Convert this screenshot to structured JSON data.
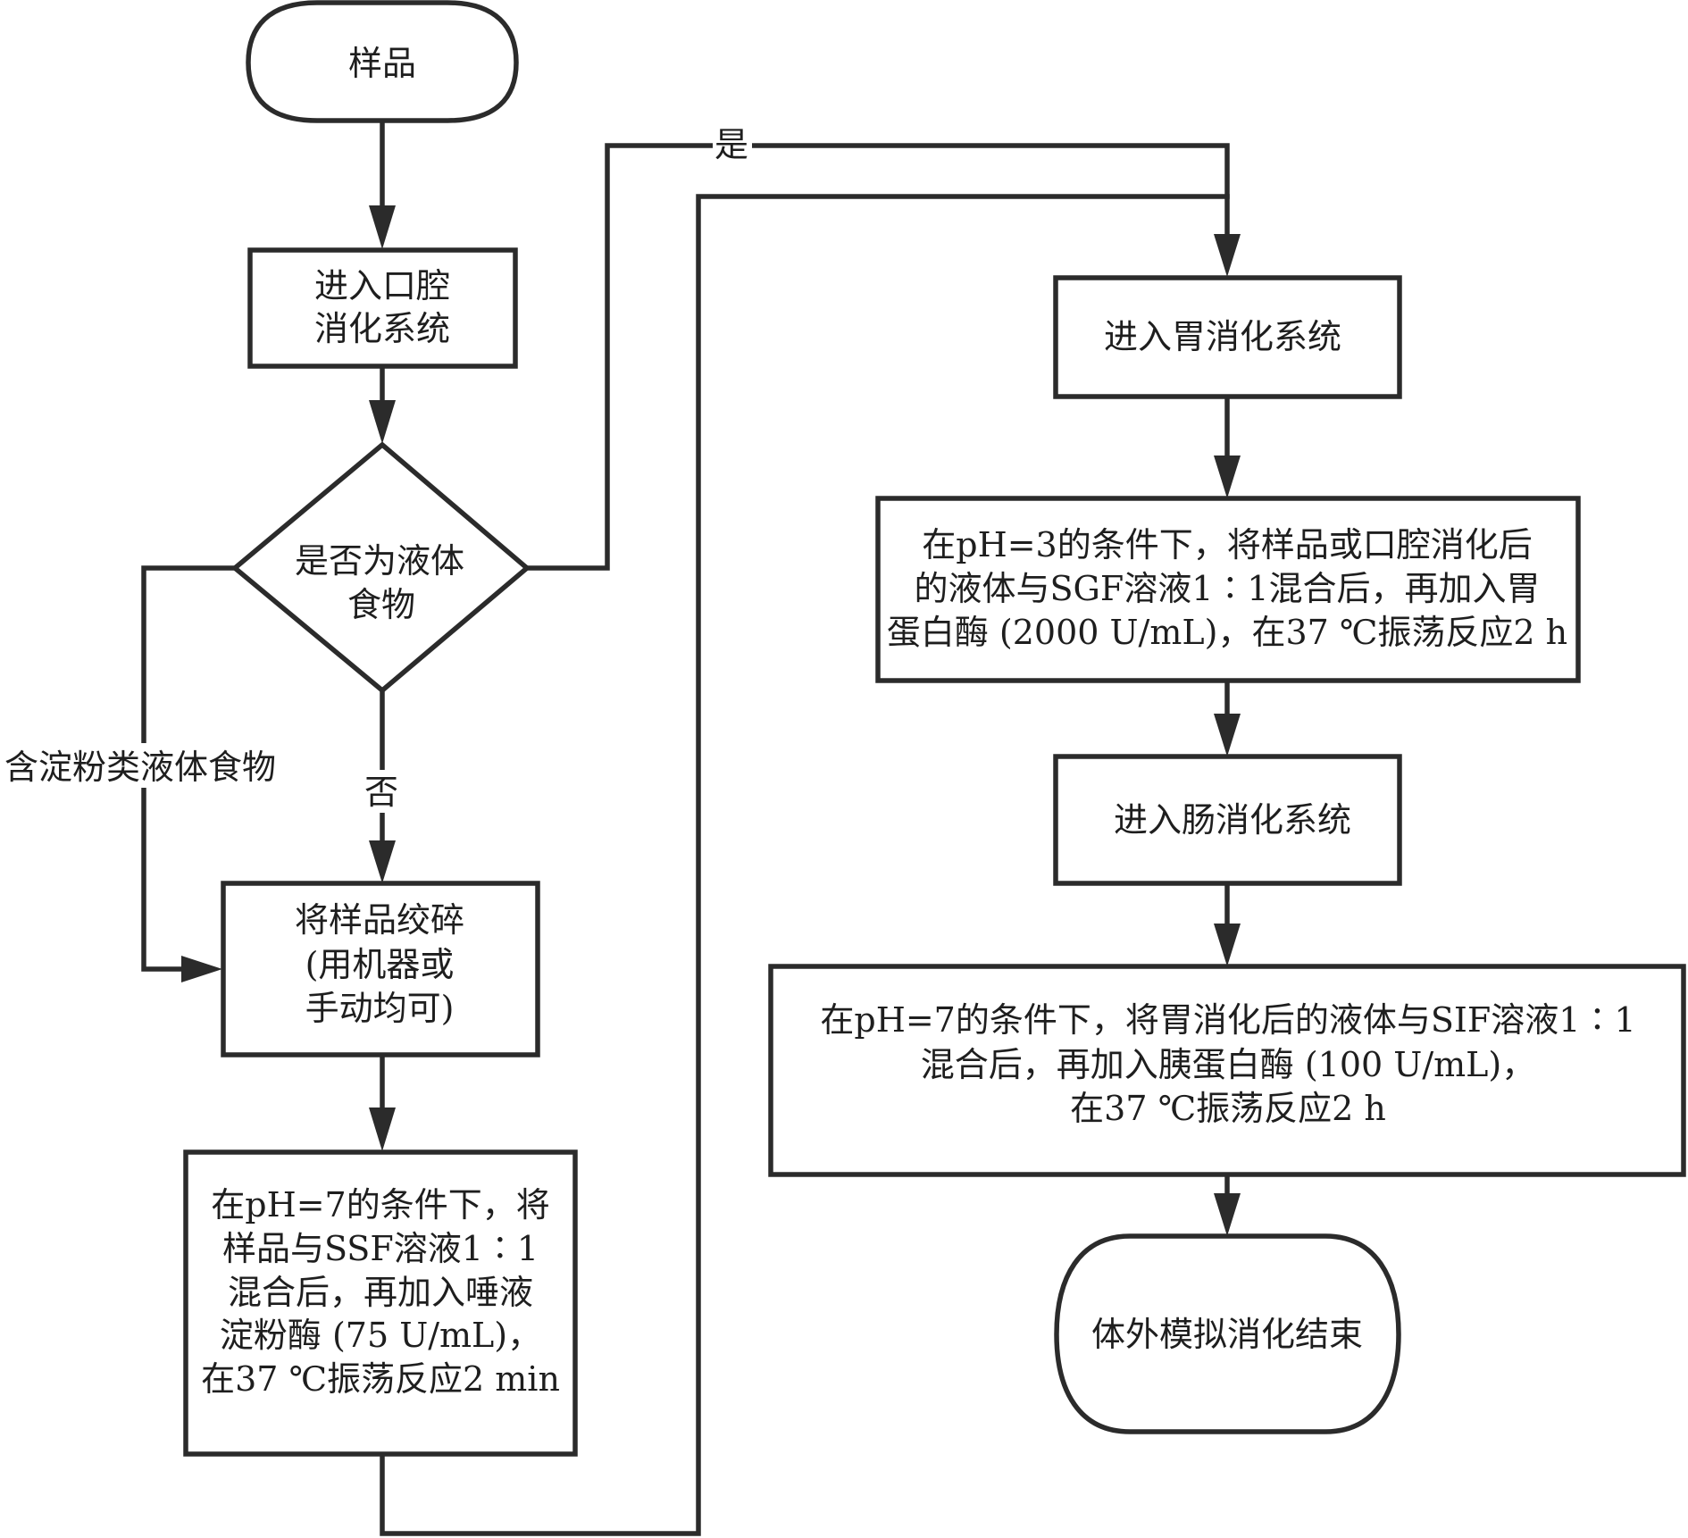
{
  "diagram": {
    "type": "flowchart",
    "nodes": {
      "start": {
        "shape": "terminator",
        "lines": [
          "样品"
        ]
      },
      "oral": {
        "shape": "process",
        "lines": [
          "进入口腔",
          "消化系统"
        ]
      },
      "decision": {
        "shape": "decision",
        "lines": [
          "是否为液体",
          "食物"
        ]
      },
      "mince": {
        "shape": "process",
        "lines": [
          "将样品绞碎",
          "(用机器或",
          "手动均可)"
        ]
      },
      "oral_digest": {
        "shape": "process",
        "lines": [
          "在pH=7的条件下，将",
          "样品与SSF溶液1∶1",
          "混合后，再加入唾液",
          "淀粉酶 (75 U/mL)，",
          "在37 ℃振荡反应2 min"
        ]
      },
      "gastric": {
        "shape": "process",
        "lines": [
          "进入胃消化系统"
        ]
      },
      "gastric_digest": {
        "shape": "process",
        "lines": [
          "在pH=3的条件下，将样品或口腔消化后",
          "的液体与SGF溶液1∶1混合后，再加入胃",
          "蛋白酶 (2000 U/mL)，在37 ℃振荡反应2 h"
        ]
      },
      "intestine": {
        "shape": "process",
        "lines": [
          "进入肠消化系统"
        ]
      },
      "intestine_digest": {
        "shape": "process",
        "lines": [
          "在pH=7的条件下，将胃消化后的液体与SIF溶液1∶1",
          "混合后，再加入胰蛋白酶 (100 U/mL)，",
          "在37 ℃振荡反应2 h"
        ]
      },
      "end": {
        "shape": "terminator",
        "lines": [
          "体外模拟消化结束"
        ]
      }
    },
    "edges": [
      {
        "from": "start",
        "to": "oral",
        "label": ""
      },
      {
        "from": "oral",
        "to": "decision",
        "label": ""
      },
      {
        "from": "decision",
        "to": "gastric",
        "label": "是"
      },
      {
        "from": "decision",
        "to": "mince",
        "label": "否"
      },
      {
        "from": "decision",
        "to": "mince",
        "label": "含淀粉类液体食物"
      },
      {
        "from": "mince",
        "to": "oral_digest",
        "label": ""
      },
      {
        "from": "oral_digest",
        "to": "gastric",
        "label": ""
      },
      {
        "from": "gastric",
        "to": "gastric_digest",
        "label": ""
      },
      {
        "from": "gastric_digest",
        "to": "intestine",
        "label": ""
      },
      {
        "from": "intestine",
        "to": "intestine_digest",
        "label": ""
      },
      {
        "from": "intestine_digest",
        "to": "end",
        "label": ""
      }
    ],
    "edge_labels": {
      "yes": "是",
      "no": "否",
      "starch_liquid": "含淀粉类液体食物"
    },
    "colors": {
      "line": "#2b2b2b",
      "text": "#1e1e1e",
      "background": "#ffffff"
    }
  }
}
